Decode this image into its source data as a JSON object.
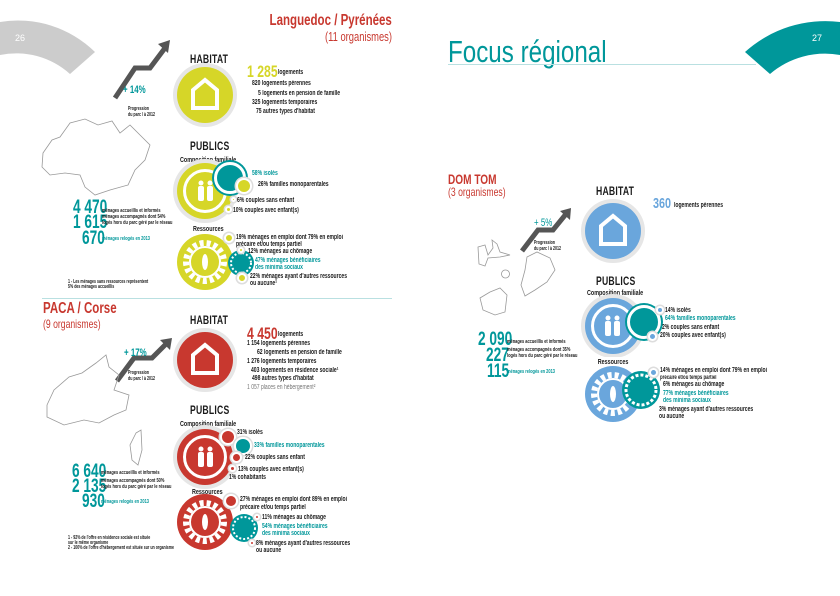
{
  "left_page": {
    "page_number": "26",
    "languedoc": {
      "title": "Languedoc / Pyrénées",
      "subtitle": "(11 organismes)",
      "progression": "+ 14%",
      "progression_label_1": "Progression",
      "progression_label_2": "du parc / à 2012",
      "stats": [
        {
          "value": "4 470",
          "label": "ménages accueillis et informés"
        },
        {
          "value": "1 615",
          "label": "ménages accompagnés dont 54%",
          "label2": "logés hors du parc géré par le réseau"
        },
        {
          "value": "670",
          "label": "ménages relogés en 2013"
        }
      ],
      "footnote": "1 - Les ménages sans ressources représentent 5% des ménages accueillis",
      "habitat": {
        "heading": "HABITAT",
        "total": "1 285",
        "total_label": "logements",
        "lines": [
          "820 logements pérennes",
          "5 logements en pension de famille",
          "325 logements temporaires",
          "75 autres types d'habitat"
        ]
      },
      "publics": {
        "heading": "PUBLICS",
        "composition_label": "Composition familiale",
        "composition": [
          "58% isolés",
          "26% familles monoparentales",
          "6% couples sans enfant",
          "10% couples avec enfant(s)"
        ],
        "ressources_label": "Ressources",
        "ressources": [
          "19% ménages en emploi dont 79% en emploi",
          "précaire et/ou temps partiel",
          "12% ménages au chômage",
          "47% ménages bénéficiaires",
          "des minima sociaux",
          "22% ménages ayant d'autres ressources",
          "ou aucune¹"
        ]
      }
    },
    "paca": {
      "title": "PACA / Corse",
      "subtitle": "(9 organismes)",
      "progression": "+ 17%",
      "progression_label_1": "Progression",
      "progression_label_2": "du parc / à 2012",
      "stats": [
        {
          "value": "6 640",
          "label": "ménages accueillis et informés"
        },
        {
          "value": "2 135",
          "label": "ménages accompagnés dont 50%",
          "label2": "logés hors du parc géré par le réseau"
        },
        {
          "value": "930",
          "label": "ménages relogés en 2013"
        }
      ],
      "footnotes": [
        "1 - 92% de l'offre en résidence sociale est située",
        "sur le même organisme",
        "2 - 100% de l'offre d'hébergement est située sur un organisme"
      ],
      "habitat": {
        "heading": "HABITAT",
        "total": "4 450",
        "total_label": "logements",
        "lines": [
          "1 154 logements pérennes",
          "62 logements en pension de famille",
          "1 276 logements temporaires",
          "403 logements en résidence sociale¹",
          "498 autres types d'habitat",
          "1 057 places en hébergement²"
        ]
      },
      "publics": {
        "heading": "PUBLICS",
        "composition_label": "Composition familiale",
        "composition": [
          "31% isolés",
          "33% familles monoparentales",
          "22% couples sans enfant",
          "13% couples avec enfant(s)",
          "1% cohabitants"
        ],
        "ressources_label": "Ressources",
        "ressources": [
          "27% ménages en emploi dont 89% en emploi",
          "précaire et/ou temps partiel",
          "11% ménages au chômage",
          "54% ménages bénéficiaires",
          "des minima sociaux",
          "8% ménages ayant d'autres ressources",
          "ou aucune"
        ]
      }
    }
  },
  "right_page": {
    "page_number": "27",
    "title": "Focus régional",
    "domtom": {
      "title": "DOM TOM",
      "subtitle": "(3 organismes)",
      "progression": "+ 5%",
      "progression_label_1": "Progression",
      "progression_label_2": "du parc / à 2012",
      "stats": [
        {
          "value": "2 090",
          "label": "ménages accueillis et informés"
        },
        {
          "value": "227",
          "label": "ménages accompagnés dont 35%",
          "label2": "logés hors du parc géré par le réseau"
        },
        {
          "value": "115",
          "label": "ménages relogés en 2013"
        }
      ],
      "habitat": {
        "heading": "HABITAT",
        "total": "360",
        "total_label": "logements pérennes"
      },
      "publics": {
        "heading": "PUBLICS",
        "composition_label": "Composition familiale",
        "composition": [
          "14% isolés",
          "64% familles monoparentales",
          "2% couples sans enfant",
          "20% couples avec enfant(s)"
        ],
        "ressources_label": "Ressources",
        "ressources": [
          "14% ménages en emploi dont 79% en emploi",
          "précaire et/ou temps partiel",
          "6% ménages au chômage",
          "77% ménages bénéficiaires",
          "des minima sociaux",
          "3% ménages ayant d'autres ressources",
          "ou aucune"
        ]
      }
    }
  },
  "colors": {
    "teal": "#00979a",
    "red": "#c8382f",
    "yellow": "#d6d628",
    "blue": "#6aa6dc",
    "grey": "#cccccc"
  }
}
